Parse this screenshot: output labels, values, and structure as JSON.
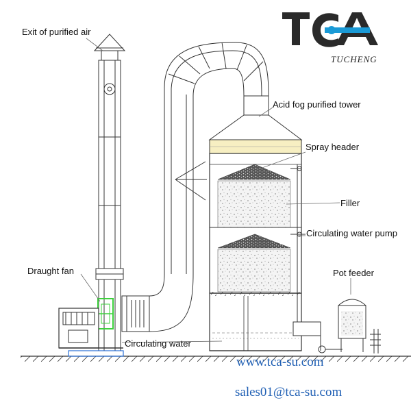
{
  "brand": {
    "logo_text": "TCA",
    "subtitle": "TUCHENG",
    "accent": "#1a9ad6"
  },
  "labels": {
    "exit_of_purified_air": "Exit of purified air",
    "acid_fog_purified_tower": "Acid fog purified tower",
    "spray_header": "Spray header",
    "filler": "Filler",
    "circulating_water_pump": "Circulating water pump",
    "pot_feeder": "Pot feeder",
    "draught_fan": "Draught fan",
    "circulating_water": "Circulating water"
  },
  "contact": {
    "website": "www.tca-su.com",
    "email": "sales01@tca-su.com"
  },
  "colors": {
    "contact_text": "#1f5fb4",
    "fan_highlight": "#3dd13d",
    "filler_band": "#f7efc2"
  }
}
